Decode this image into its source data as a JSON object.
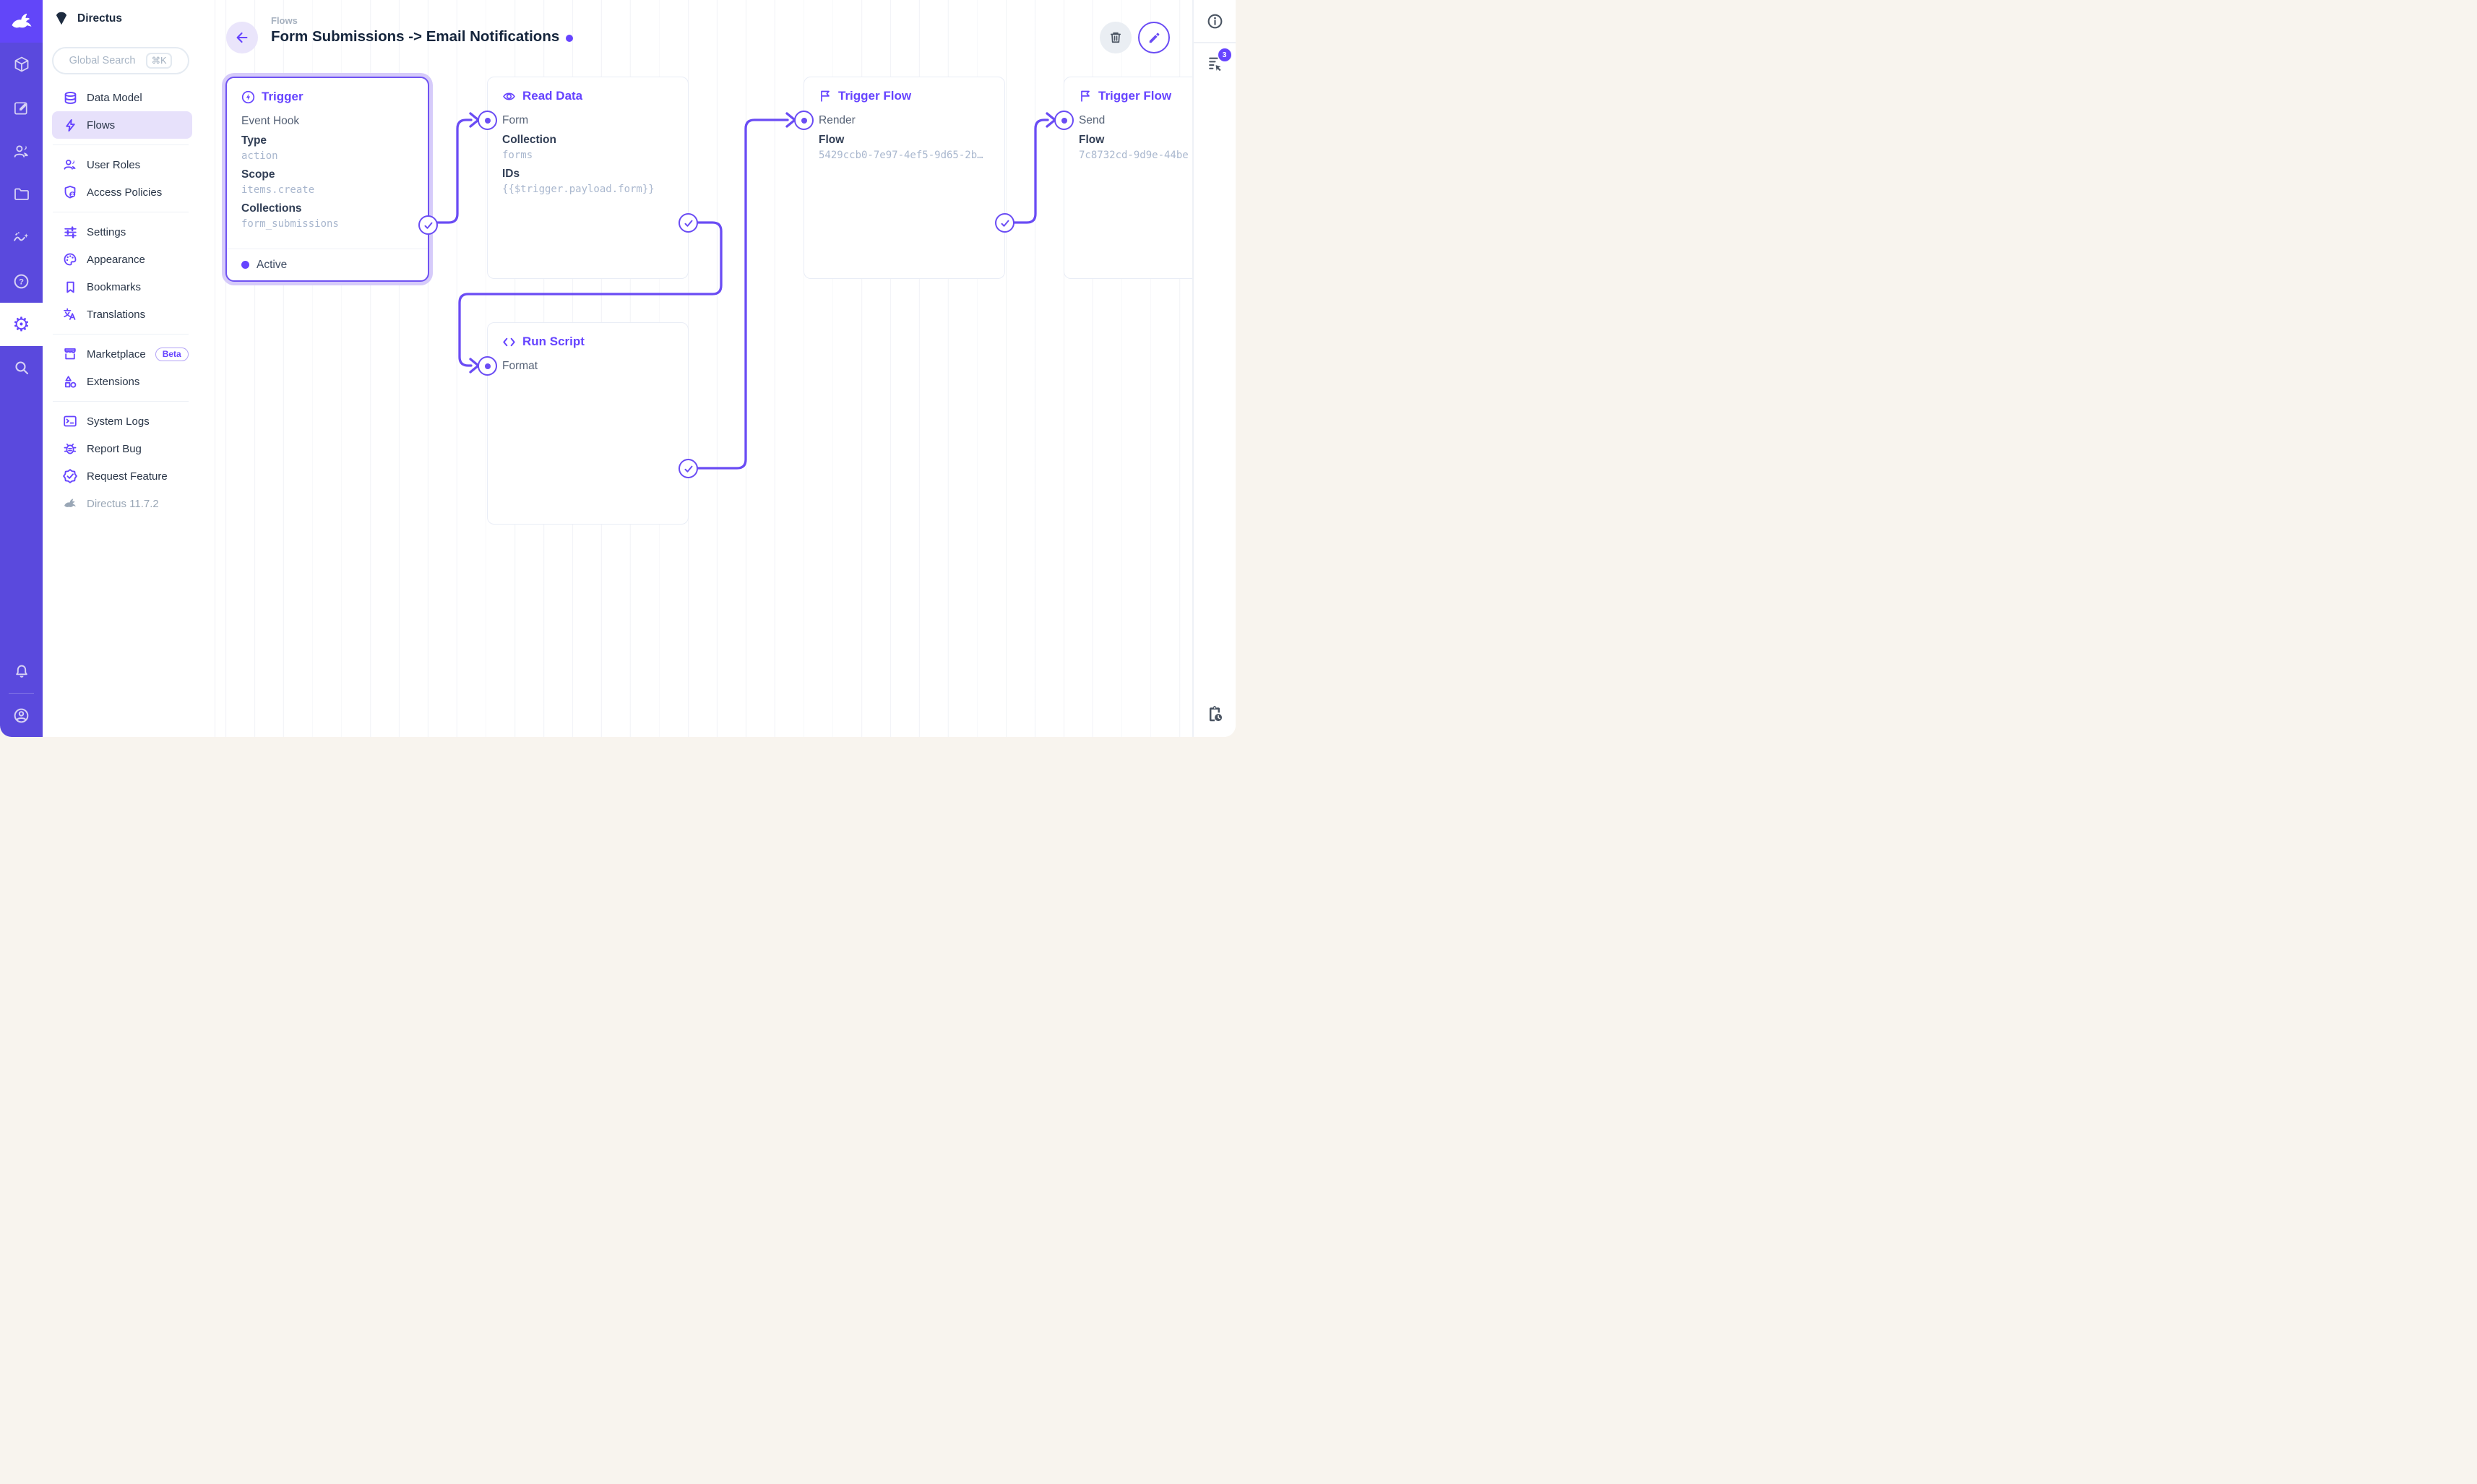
{
  "colors": {
    "brand": "#6644ff",
    "module_bar": "#5a49dd",
    "active_item_bg": "#e7e1fb",
    "selection_glow": "#d6cbfa",
    "wire": "#6a4cf4"
  },
  "module_bar": {
    "modules": [
      {
        "icon": "box-icon"
      },
      {
        "icon": "edit-icon"
      },
      {
        "icon": "users-icon"
      },
      {
        "icon": "folder-icon"
      },
      {
        "icon": "insights-icon"
      },
      {
        "icon": "help-icon"
      },
      {
        "icon": "settings-icon",
        "active": true
      },
      {
        "icon": "search-icon"
      }
    ],
    "bottom": [
      {
        "icon": "bell-icon"
      },
      {
        "icon": "avatar-icon"
      }
    ]
  },
  "sidebar": {
    "project_name": "Directus",
    "search": {
      "placeholder": "Global Search",
      "shortcut": "⌘K"
    },
    "items": [
      {
        "label": "Data Model",
        "icon": "database-icon"
      },
      {
        "label": "Flows",
        "icon": "bolt-icon",
        "active": true
      },
      {
        "label": "User Roles",
        "icon": "user-roles-icon"
      },
      {
        "label": "Access Policies",
        "icon": "shield-user-icon"
      },
      {
        "label": "Settings",
        "icon": "sliders-icon"
      },
      {
        "label": "Appearance",
        "icon": "palette-icon"
      },
      {
        "label": "Bookmarks",
        "icon": "bookmark-icon"
      },
      {
        "label": "Translations",
        "icon": "translate-icon"
      },
      {
        "label": "Marketplace",
        "icon": "storefront-icon",
        "badge": "Beta"
      },
      {
        "label": "Extensions",
        "icon": "shapes-icon"
      },
      {
        "label": "System Logs",
        "icon": "terminal-icon"
      },
      {
        "label": "Report Bug",
        "icon": "bug-icon"
      },
      {
        "label": "Request Feature",
        "icon": "feature-icon"
      },
      {
        "label": "Directus 11.7.2",
        "icon": "directus-rabbit-icon",
        "muted": true
      }
    ]
  },
  "header": {
    "breadcrumb": "Flows",
    "title": "Form Submissions -> Email Notifications"
  },
  "right_panel": {
    "badge_count": "3"
  },
  "flow": {
    "nodes": {
      "trigger": {
        "title": "Trigger",
        "icon": "bolt-circle-icon",
        "subtitle": "Event Hook",
        "fields": [
          {
            "label": "Type",
            "value": "action"
          },
          {
            "label": "Scope",
            "value": "items.create"
          },
          {
            "label": "Collections",
            "value": "form_submissions"
          }
        ],
        "status_label": "Active",
        "selected": true
      },
      "read_data": {
        "title": "Read Data",
        "icon": "eye-icon",
        "subtitle": "Form",
        "fields": [
          {
            "label": "Collection",
            "value": "forms"
          },
          {
            "label": "IDs",
            "value": "{{$trigger.payload.form}}"
          }
        ]
      },
      "run_script": {
        "title": "Run Script",
        "icon": "code-icon",
        "subtitle": "Format",
        "fields": []
      },
      "trigger_flow_render": {
        "title": "Trigger Flow",
        "icon": "flag-icon",
        "subtitle": "Render",
        "fields": [
          {
            "label": "Flow",
            "value": "5429ccb0-7e97-4ef5-9d65-2b…"
          }
        ]
      },
      "trigger_flow_send": {
        "title": "Trigger Flow",
        "icon": "flag-icon",
        "subtitle": "Send",
        "fields": [
          {
            "label": "Flow",
            "value": "7c8732cd-9d9e-44be"
          }
        ]
      }
    },
    "edges": [
      [
        "trigger",
        "read_data"
      ],
      [
        "read_data",
        "run_script"
      ],
      [
        "run_script",
        "trigger_flow_render"
      ],
      [
        "trigger_flow_render",
        "trigger_flow_send"
      ]
    ]
  }
}
